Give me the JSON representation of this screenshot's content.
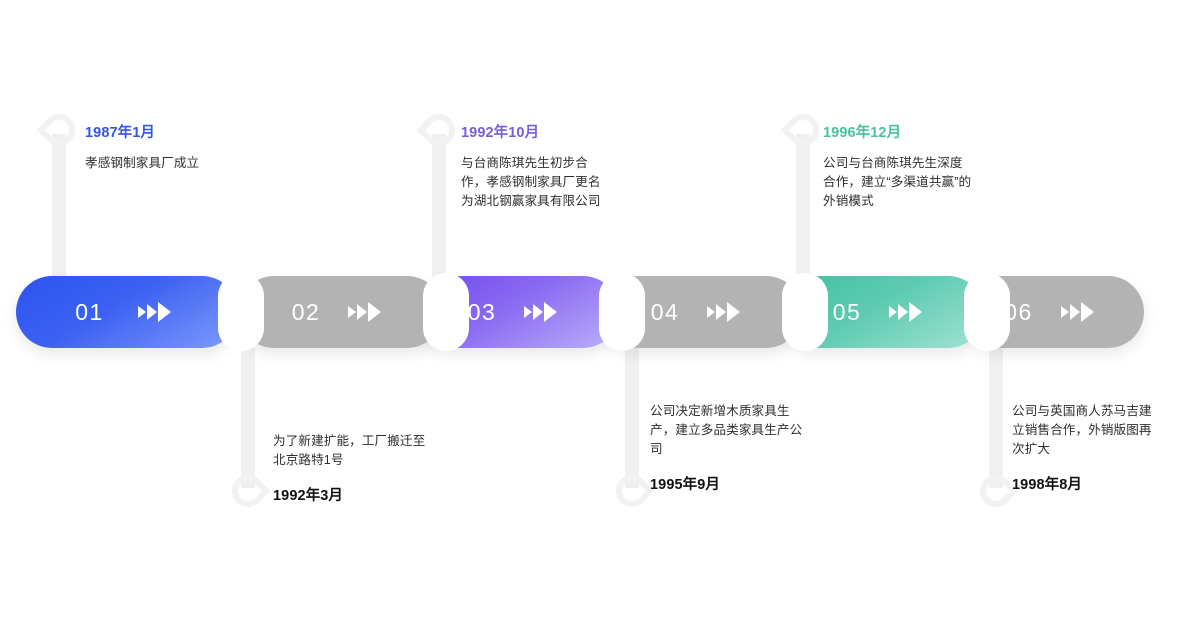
{
  "theme": {
    "background": "#ffffff",
    "connector_color": "#f0f0f0",
    "pin_color": "#f2f2f2",
    "gray_segment": "#b3b3b3",
    "blue_start": "#2c55f0",
    "blue_end": "#7f9bfb",
    "purple_start": "#7a5cf0",
    "purple_end": "#b4a6f5",
    "teal_start": "#4ec5a6",
    "teal_end": "#96ded0"
  },
  "bar": {
    "segments": [
      {
        "number": "01",
        "color_key": "blue",
        "arrow_icon": "triple-play-arrow-icon"
      },
      {
        "number": "02",
        "color_key": "gray",
        "arrow_icon": "triple-play-arrow-icon"
      },
      {
        "number": "03",
        "color_key": "purple",
        "arrow_icon": "triple-play-arrow-icon"
      },
      {
        "number": "04",
        "color_key": "gray",
        "arrow_icon": "triple-play-arrow-icon"
      },
      {
        "number": "05",
        "color_key": "teal",
        "arrow_icon": "triple-play-arrow-icon"
      },
      {
        "number": "06",
        "color_key": "gray",
        "arrow_icon": "triple-play-arrow-icon"
      }
    ]
  },
  "milestones": [
    {
      "position": "above",
      "date": "1987年1月",
      "date_color": "#3355e8",
      "description": "孝感钢制家具厂成立"
    },
    {
      "position": "below",
      "date": "1992年3月",
      "date_color": "#111111",
      "description": "为了新建扩能，工厂搬迁至北京路特1号"
    },
    {
      "position": "above",
      "date": "1992年10月",
      "date_color": "#7a5cd6",
      "description": "与台商陈琪先生初步合作，孝感钢制家具厂更名为湖北钢赢家具有限公司"
    },
    {
      "position": "below",
      "date": "1995年9月",
      "date_color": "#111111",
      "description": "公司决定新增木质家具生产，建立多品类家具生产公司"
    },
    {
      "position": "above",
      "date": "1996年12月",
      "date_color": "#48c2a0",
      "description": "公司与台商陈琪先生深度合作，建立“多渠道共赢”的外销模式"
    },
    {
      "position": "below",
      "date": "1998年8月",
      "date_color": "#111111",
      "description": "公司与英国商人苏马吉建立销售合作，外销版图再次扩大"
    }
  ]
}
